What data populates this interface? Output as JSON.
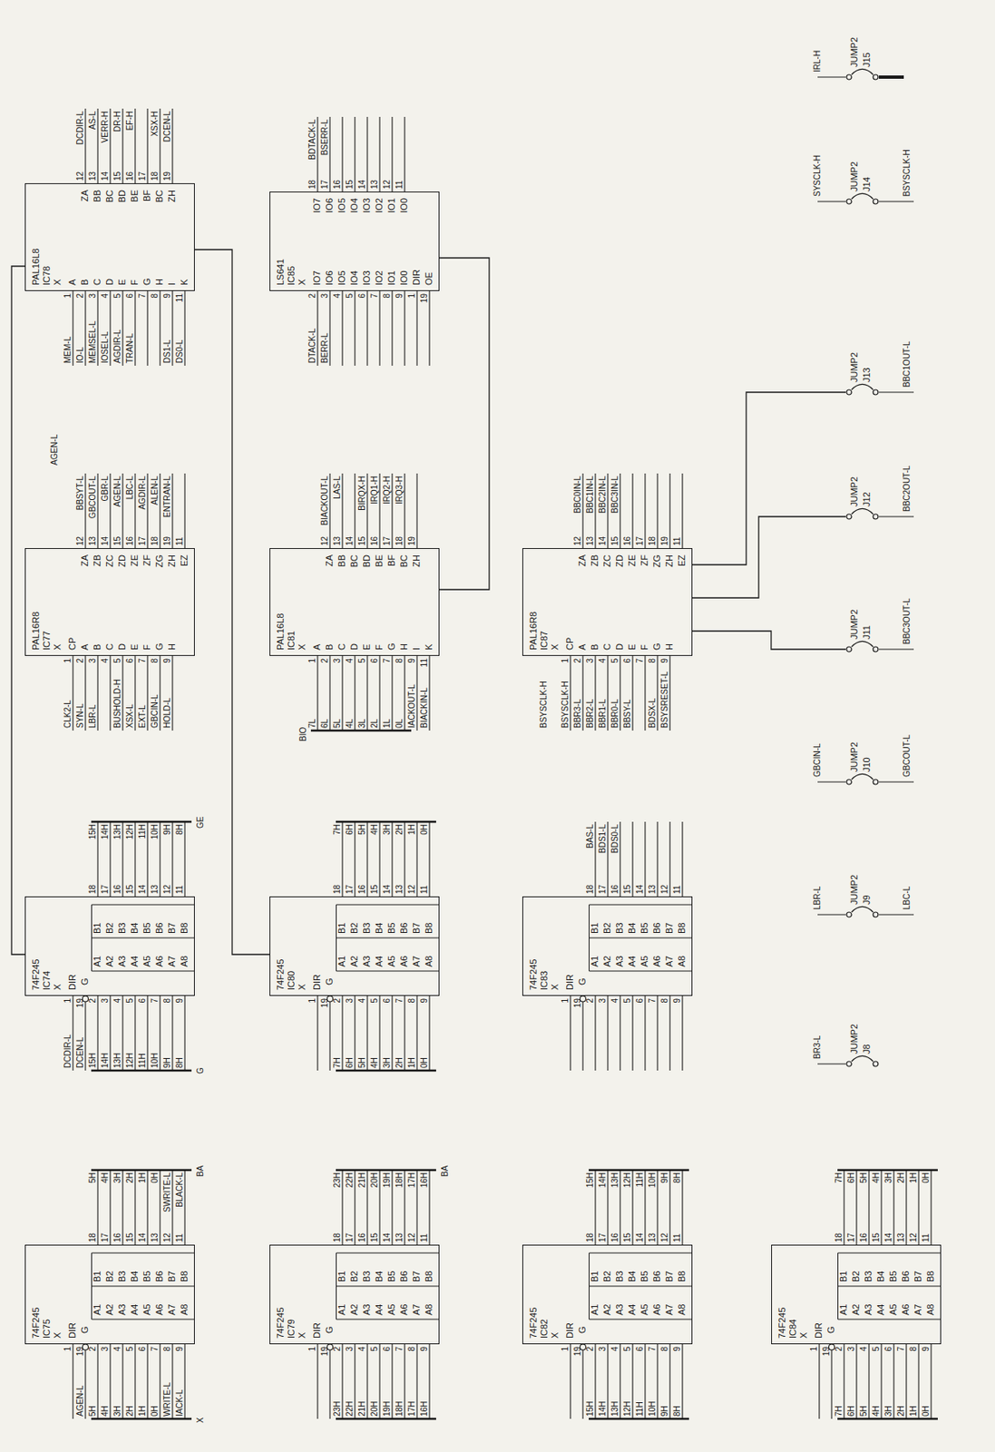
{
  "diagram": {
    "nodes": [
      {
        "text": [
          "PAL16L8",
          "IC78",
          "X",
          "A",
          "B",
          "C",
          "D",
          "E",
          "F",
          "G",
          "H",
          "I",
          "K",
          "ZA",
          "BB",
          "BC",
          "BD",
          "BE",
          "BF",
          "BC",
          "ZH"
        ]
      },
      {
        "text": [
          "LS641",
          "IC85",
          "X",
          "IO7",
          "IO6",
          "IO5",
          "IO4",
          "IO3",
          "IO2",
          "IO1",
          "IO0",
          "DIR",
          "OE",
          "IO7",
          "IO6",
          "IO5",
          "IO4",
          "IO3",
          "IO2",
          "IO1",
          "IO0"
        ]
      },
      {
        "text": [
          "PAL16R8",
          "IC77",
          "X",
          "CP",
          "A",
          "B",
          "C",
          "D",
          "E",
          "F",
          "G",
          "H",
          "ZA",
          "ZB",
          "ZC",
          "ZD",
          "ZE",
          "ZF",
          "ZG",
          "ZH",
          "EZ"
        ]
      },
      {
        "text": [
          "PAL16L8",
          "IC81",
          "X",
          "A",
          "B",
          "C",
          "D",
          "E",
          "F",
          "G",
          "H",
          "I",
          "K",
          "ZA",
          "BB",
          "BC",
          "BD",
          "BE",
          "BF",
          "BC",
          "ZH"
        ]
      },
      {
        "text": [
          "PAL16R8",
          "IC87",
          "X",
          "CP",
          "A",
          "B",
          "C",
          "D",
          "E",
          "F",
          "G",
          "H",
          "ZA",
          "ZB",
          "ZC",
          "ZD",
          "ZE",
          "ZF",
          "ZG",
          "ZH",
          "EZ"
        ]
      },
      {
        "text": [
          "74F245",
          "IC74",
          "X",
          "DIR",
          "G",
          "A1",
          "A2",
          "A3",
          "A4",
          "A5",
          "A6",
          "A7",
          "A8",
          "B1",
          "B2",
          "B3",
          "B4",
          "B5",
          "B6",
          "B7",
          "B8"
        ]
      },
      {
        "text": [
          "74F245",
          "IC80",
          "X",
          "DIR",
          "G",
          "A1",
          "A2",
          "A3",
          "A4",
          "A5",
          "A6",
          "A7",
          "A8",
          "B1",
          "B2",
          "B3",
          "B4",
          "B5",
          "B6",
          "B7",
          "B8"
        ]
      },
      {
        "text": [
          "74F245",
          "IC83",
          "X",
          "DIR",
          "G",
          "A1",
          "A2",
          "A3",
          "A4",
          "A5",
          "A6",
          "A7",
          "A8",
          "B1",
          "B2",
          "B3",
          "B4",
          "B5",
          "B6",
          "B7",
          "B8"
        ]
      },
      {
        "text": [
          "74F245",
          "IC75",
          "X",
          "DIR",
          "G",
          "A1",
          "A2",
          "A3",
          "A4",
          "A5",
          "A6",
          "A7",
          "A8",
          "B1",
          "B2",
          "B3",
          "B4",
          "B5",
          "B6",
          "B7",
          "B8"
        ]
      },
      {
        "text": [
          "74F245",
          "IC79",
          "X",
          "DIR",
          "G",
          "A1",
          "A2",
          "A3",
          "A4",
          "A5",
          "A6",
          "A7",
          "A8",
          "B1",
          "B2",
          "B3",
          "B4",
          "B5",
          "B6",
          "B7",
          "B8"
        ]
      },
      {
        "text": [
          "74F245",
          "IC82",
          "X",
          "DIR",
          "G",
          "A1",
          "A2",
          "A3",
          "A4",
          "A5",
          "A6",
          "A7",
          "A8",
          "B1",
          "B2",
          "B3",
          "B4",
          "B5",
          "B6",
          "B7",
          "B8"
        ]
      },
      {
        "text": [
          "74F245",
          "IC84",
          "X",
          "DIR",
          "G",
          "A1",
          "A2",
          "A3",
          "A4",
          "A5",
          "A6",
          "A7",
          "A8",
          "B1",
          "B2",
          "B3",
          "B4",
          "B5",
          "B6",
          "B7",
          "B8"
        ]
      },
      {
        "text": [
          "JUMP2",
          "J15"
        ]
      },
      {
        "text": [
          "JUMP2",
          "J14"
        ]
      },
      {
        "text": [
          "JUMP2",
          "J13"
        ]
      },
      {
        "text": [
          "JUMP2",
          "J12"
        ]
      },
      {
        "text": [
          "JUMP2",
          "J11"
        ]
      },
      {
        "text": [
          "JUMP2",
          "J10"
        ]
      },
      {
        "text": [
          "JUMP2",
          "J9"
        ]
      },
      {
        "text": [
          "JUMP2",
          "J8"
        ]
      }
    ],
    "edges": [
      {
        "from": 0,
        "to": 5,
        "arrow": "none"
      },
      {
        "from": 0,
        "to": 6,
        "arrow": "none"
      },
      {
        "from": 3,
        "to": 1,
        "arrow": "none"
      },
      {
        "from": 4,
        "to": 14,
        "arrow": "none"
      },
      {
        "from": 4,
        "to": 15,
        "arrow": "none"
      },
      {
        "from": 4,
        "to": 16,
        "arrow": "none"
      }
    ],
    "labels": [
      "1",
      "MEM-L",
      "2",
      "IO-L",
      "3",
      "MEMSEL-L",
      "4",
      "IOSEL-L",
      "5",
      "AGDIR-L",
      "6",
      "TRAN-L",
      "7",
      "8",
      "9",
      "DS1-L",
      "11",
      "DS0-L",
      "12",
      "DCDIR-L",
      "13",
      "AS-L",
      "14",
      "VERR-H",
      "15",
      "DR-H",
      "16",
      "EF-H",
      "17",
      "18",
      "XSX-H",
      "19",
      "DCEN-L",
      "2",
      "DTACK-L",
      "3",
      "BERR-L",
      "4",
      "5",
      "6",
      "7",
      "8",
      "9",
      "1",
      "19",
      "18",
      "BDTACK-L",
      "17",
      "BSERR-L",
      "16",
      "15",
      "14",
      "13",
      "12",
      "11",
      "1",
      "CLK2-L",
      "2",
      "SYN-L",
      "3",
      "LBR-L",
      "4",
      "5",
      "BUSHOLD-H",
      "6",
      "XSX-L",
      "7",
      "EXT-L",
      "8",
      "GBCIN-L",
      "9",
      "HOLD-L",
      "12",
      "BBSYT-L",
      "13",
      "GBCOUT-L",
      "14",
      "GBR-L",
      "15",
      "AGEN-L",
      "16",
      "LBC-L",
      "17",
      "AGDIR-L",
      "18",
      "ALEN-L",
      "19",
      "ENTRAN-L",
      "11",
      "1",
      "7L",
      "2",
      "6L",
      "3",
      "5L",
      "4",
      "4L",
      "5",
      "3L",
      "6",
      "2L",
      "7",
      "1L",
      "8",
      "0L",
      "9",
      "IACKOUT-L",
      "11",
      "BIACKIN-L",
      "12",
      "BIACKOUT-L",
      "13",
      "LAS-L",
      "14",
      "15",
      "BIRQX-H",
      "16",
      "IRQ1-H",
      "17",
      "IRQ2-H",
      "18",
      "IRQ3-H",
      "19",
      "1",
      "BSYSCLK-H",
      "2",
      "BBR3-L",
      "3",
      "BBR2-L",
      "4",
      "BBR1-L",
      "5",
      "BBR0-L",
      "6",
      "BBSY-L",
      "7",
      "8",
      "BDSX-L",
      "9",
      "BSYSRESET-L",
      "12",
      "BBC0IN-L",
      "13",
      "BBC1IN-L",
      "14",
      "BBC2IN-L",
      "15",
      "BBC3IN-L",
      "16",
      "17",
      "18",
      "19",
      "11",
      "1",
      "DCDIR-L",
      "19",
      "DCEN-L",
      "2",
      "15H",
      "3",
      "14H",
      "4",
      "13H",
      "5",
      "12H",
      "6",
      "11H",
      "7",
      "10H",
      "8",
      "9H",
      "9",
      "8H",
      "18",
      "15H",
      "17",
      "14H",
      "16",
      "13H",
      "15",
      "12H",
      "14",
      "11H",
      "13",
      "10H",
      "12",
      "9H",
      "11",
      "8H",
      "1",
      "19",
      "2",
      "7H",
      "3",
      "6H",
      "4",
      "5H",
      "5",
      "4H",
      "6",
      "3H",
      "7",
      "2H",
      "8",
      "1H",
      "9",
      "0H",
      "18",
      "7H",
      "17",
      "6H",
      "16",
      "5H",
      "15",
      "4H",
      "14",
      "3H",
      "13",
      "2H",
      "12",
      "1H",
      "11",
      "0H",
      "1",
      "19",
      "2",
      "3",
      "4",
      "5",
      "6",
      "7",
      "8",
      "9",
      "18",
      "BAS-L",
      "17",
      "BDS1-L",
      "16",
      "BDS0-L",
      "15",
      "14",
      "13",
      "12",
      "11",
      "1",
      "19",
      "AGEN-L",
      "2",
      "5H",
      "3",
      "4H",
      "4",
      "3H",
      "5",
      "2H",
      "6",
      "1H",
      "7",
      "0H",
      "8",
      "WRITE-L",
      "9",
      "IACK-L",
      "18",
      "5H",
      "17",
      "4H",
      "16",
      "3H",
      "15",
      "2H",
      "14",
      "1H",
      "13",
      "0H",
      "12",
      "SWRITE-L",
      "11",
      "BLACK-L",
      "1",
      "19",
      "2",
      "23H",
      "3",
      "22H",
      "4",
      "21H",
      "5",
      "20H",
      "6",
      "19H",
      "7",
      "18H",
      "8",
      "17H",
      "9",
      "16H",
      "18",
      "23H",
      "17",
      "22H",
      "16",
      "21H",
      "15",
      "20H",
      "14",
      "19H",
      "13",
      "18H",
      "12",
      "17H",
      "11",
      "16H",
      "1",
      "19",
      "2",
      "15H",
      "3",
      "14H",
      "4",
      "13H",
      "5",
      "12H",
      "6",
      "11H",
      "7",
      "10H",
      "8",
      "9H",
      "9",
      "8H",
      "18",
      "15H",
      "17",
      "14H",
      "16",
      "13H",
      "15",
      "12H",
      "14",
      "11H",
      "13",
      "10H",
      "12",
      "9H",
      "11",
      "8H",
      "1",
      "19",
      "2",
      "7H",
      "3",
      "6H",
      "4",
      "5H",
      "5",
      "4H",
      "6",
      "3H",
      "7",
      "2H",
      "8",
      "1H",
      "9",
      "0H",
      "18",
      "7H",
      "17",
      "6H",
      "16",
      "5H",
      "15",
      "4H",
      "14",
      "3H",
      "13",
      "2H",
      "12",
      "1H",
      "11",
      "0H",
      "IRL-H",
      "SYSCLK-H",
      "BSYSCLK-H",
      "BBC1OUT-L",
      "BBC2OUT-L",
      "BBC3OUT-L",
      "GBCIN-L",
      "GBCOUT-L",
      "LBR-L",
      "LBC-L",
      "BR3-L",
      "AGEN-L",
      "BSYSCLK-H",
      "BIO",
      "X",
      "BA",
      "G",
      "GE",
      "BA"
    ]
  }
}
